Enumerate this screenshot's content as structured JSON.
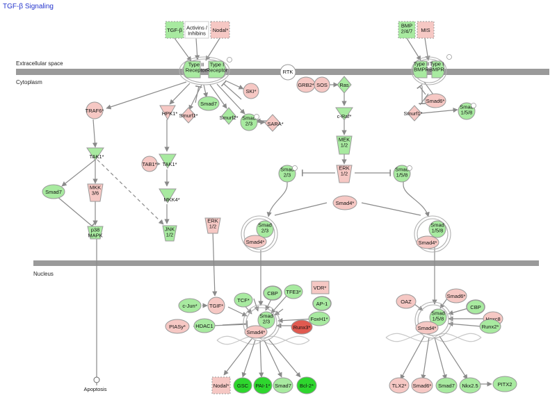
{
  "title": "TGF-β Signaling",
  "regions": {
    "extracellular": "Extracellular space",
    "cytoplasm": "Cytoplasm",
    "nucleus": "Nucleus"
  },
  "colors": {
    "up_red": "#f6c8c4",
    "strong_red": "#e05a50",
    "down_green": "#a8eaa0",
    "strong_green": "#2ed62e",
    "membrane": "#9a9a9a",
    "edge": "#8a8a8a"
  },
  "nodes": {
    "tgfb": "TGF-β",
    "activins": "Activins / Inhibins",
    "nodal_ext": "Nodal*",
    "bmp": "BMP 2/4/7",
    "mis": "MIS",
    "type2_receptor": "Type II Receptor",
    "type1_receptor": "Type I Receptor",
    "type2_bmpr": "Type II BMPR",
    "type1_bmpr": "Type I BMPR",
    "rtk": "RTK",
    "grb2": "GRB2*",
    "sos": "SOS",
    "ras": "Ras",
    "craf": "c-Raf*",
    "mek": "MEK 1/2",
    "erk_cyto": "ERK 1/2",
    "ski": "SKI*",
    "smad7_top": "Smad7",
    "smurf1": "Smurf1*",
    "smurf2": "Smurf2*",
    "smad23_top": "Smad 2/3",
    "sara": "SARA*",
    "traf6": "TRAF6*",
    "hpk1": "HPK1*",
    "tak1_left": "TAK1*",
    "tab1": "TAB1*",
    "tak1_mid": "TAK1*",
    "smad7_left": "Smad7",
    "mkk36": "MKK 3/6",
    "mkk4": "MKK4*",
    "p38": "p38 MAPK",
    "jnk": "JNK 1/2",
    "smad6_right": "Smad6*",
    "smurf1_right": "Smurf1*",
    "smad158_top": "Smad 1/5/8",
    "smad23_mid": "Smad 2/3",
    "smad158_mid": "Smad 1/5/8",
    "smad4_mid": "Smad4*",
    "erk_left": "ERK 1/2",
    "complex23_smad": "Smad 2/3",
    "complex23_smad4": "Smad4*",
    "complex158_smad": "Smad 1/5/8",
    "complex158_smad4": "Smad4*",
    "apoptosis": "Apoptosis",
    "cjun": "c-Jun*",
    "tgif": "TGIF*",
    "tcf": "TCF*",
    "cbp": "CBP",
    "tfe3": "TFE3*",
    "vdr": "VDR*",
    "ap1": "AP-1",
    "piasy": "PIASy*",
    "hdac1": "HDAC1",
    "foxh1": "FoxH1*",
    "runx3": "Runx3*",
    "nuc_smad23": "Smad 2/3",
    "nuc_smad4": "Smad4*",
    "nodal_out": "Nodal*",
    "gsc": "GSC",
    "pai1": "PAI-1*",
    "smad7_out": "Smad7",
    "bcl2": "Bcl-2*",
    "oaz": "OAZ",
    "smad6_nuc": "Smad6*",
    "cbp_right": "CBP",
    "hoxc8": "Hoxc8",
    "runx2": "Runx2*",
    "nuc_smad158": "Smad 1/5/8",
    "nuc_smad4_right": "Smad4*",
    "tlx2": "TLX2*",
    "smad6_out": "Smad6*",
    "smad7_out2": "Smad7",
    "nkx25": "Nkx2.5",
    "pitx2": "PITX2"
  }
}
